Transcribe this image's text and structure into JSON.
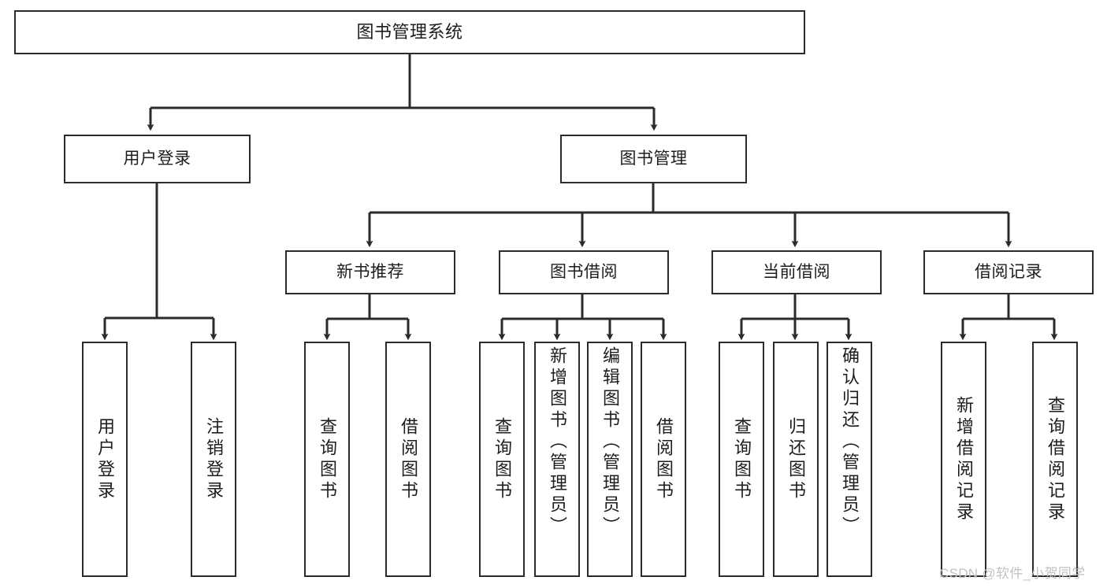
{
  "diagram": {
    "title": "图书管理系统",
    "type": "tree-hierarchy-diagram",
    "colors": {
      "box_border": "#2b2b2b",
      "box_fill": "#ffffff",
      "edge": "#2b2b2b",
      "text": "#1d1d1d",
      "watermark": "#c2c2c2",
      "background": "#ffffff"
    },
    "nodes": {
      "root": {
        "label": "图书管理系统"
      },
      "level2": [
        {
          "label": "用户登录"
        },
        {
          "label": "图书管理"
        }
      ],
      "level3": [
        {
          "label": "新书推荐"
        },
        {
          "label": "图书借阅"
        },
        {
          "label": "当前借阅"
        },
        {
          "label": "借阅记录"
        }
      ],
      "leaves": {
        "user_login": [
          {
            "label": "用户登录"
          },
          {
            "label": "注销登录"
          }
        ],
        "new_book_recommend": [
          {
            "label": "查询图书"
          },
          {
            "label": "借阅图书"
          }
        ],
        "book_borrow": [
          {
            "label": "查询图书"
          },
          {
            "label": "新增图书（管理员）"
          },
          {
            "label": "编辑图书（管理员）"
          },
          {
            "label": "借阅图书"
          }
        ],
        "current_borrow": [
          {
            "label": "查询图书"
          },
          {
            "label": "归还图书"
          },
          {
            "label": "确认归还（管理员）"
          }
        ],
        "borrow_record": [
          {
            "label": "新增借阅记录"
          },
          {
            "label": "查询借阅记录"
          }
        ]
      }
    },
    "watermark": "CSDN @软件_小贺同学"
  }
}
